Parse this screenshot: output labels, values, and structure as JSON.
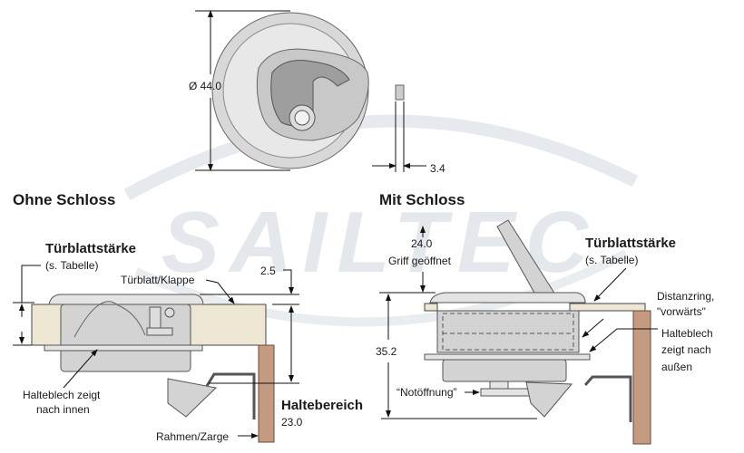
{
  "watermark": "SAILTEC",
  "top_view": {
    "diameter_label": "Ø 44.0",
    "knob_label": "3.4"
  },
  "left": {
    "heading": "Ohne Schloss",
    "thickness_title": "Türblattstärke",
    "thickness_sub": "(s. Tabelle)",
    "door_label": "Türblatt/Klappe",
    "dim_top": "2.5",
    "plate_label_1": "Halteblech zeigt",
    "plate_label_2": "nach innen",
    "range_title": "Haltebereich",
    "range_value": "23.0",
    "frame_label": "Rahmen/Zarge"
  },
  "right": {
    "heading": "Mit Schloss",
    "handle_dim": "24.0",
    "handle_label": "Griff geöffnet",
    "thickness_title": "Türblattstärke",
    "thickness_sub": "(s. Tabelle)",
    "spacer_1": "Distanzring,",
    "spacer_2": "\"vorwärts\"",
    "plate_1": "Halteblech",
    "plate_2": "zeigt nach",
    "plate_3": "außen",
    "height_dim": "35.2",
    "emergency_label": "“Notöffnung”"
  },
  "colors": {
    "door": "#ede6d2",
    "frame": "#c49a80",
    "metal": "#d3d3d3"
  }
}
